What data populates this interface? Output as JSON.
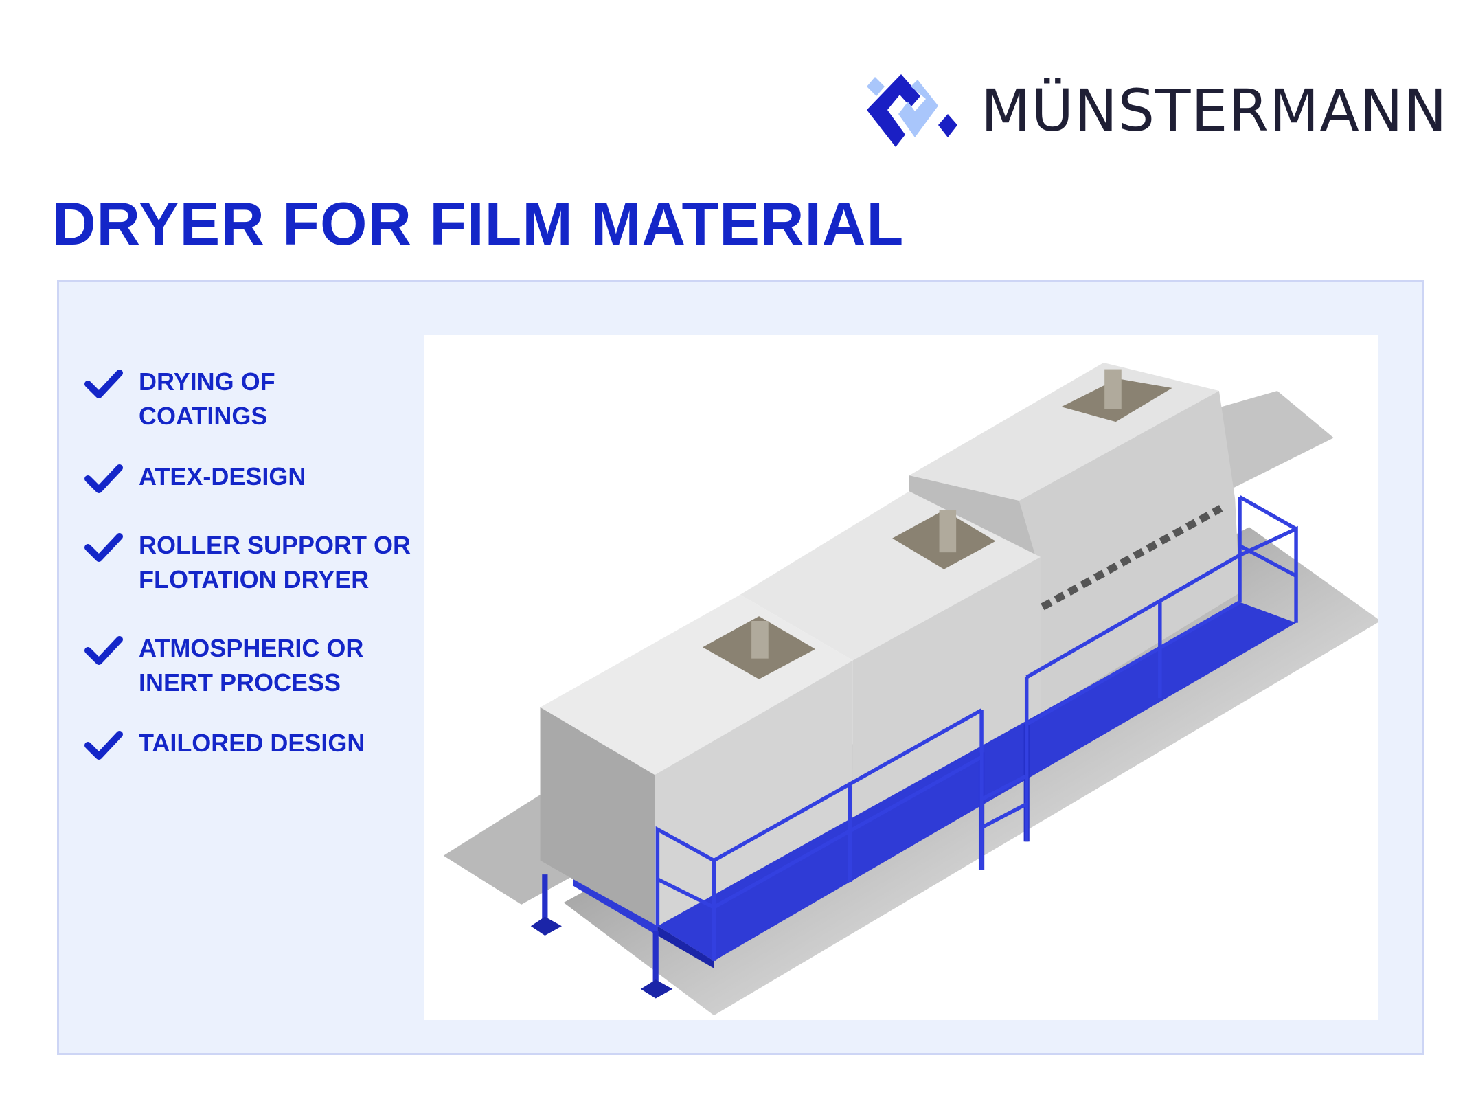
{
  "logo": {
    "brand_name": "MÜNSTERMANN",
    "colors": {
      "dark": "#1a1fc4",
      "light": "#a9c6fb"
    }
  },
  "title": "DRYER FOR FILM MATERIAL",
  "features": [
    {
      "lines": [
        "DRYING OF",
        "COATINGS"
      ]
    },
    {
      "lines": [
        "ATEX-DESIGN"
      ]
    },
    {
      "lines": [
        "ROLLER SUPPORT OR",
        "FLOTATION DRYER"
      ]
    },
    {
      "lines": [
        "ATMOSPHERIC OR",
        "INERT PROCESS"
      ]
    },
    {
      "lines": [
        "TAILORED DESIGN"
      ]
    }
  ],
  "colors": {
    "accent": "#1426c8",
    "panel_bg": "#ebf1fd",
    "panel_border": "#cdd5f5",
    "platform": "#2f3bd6"
  }
}
